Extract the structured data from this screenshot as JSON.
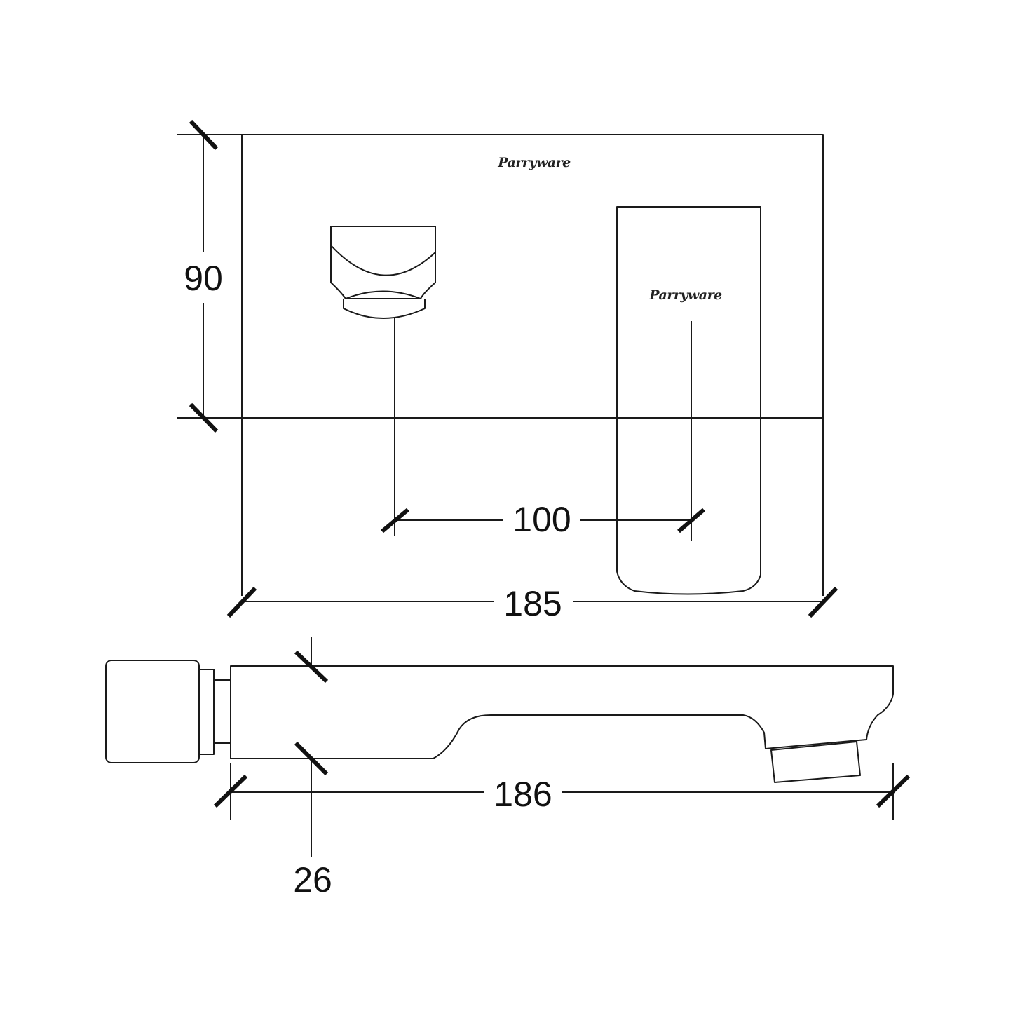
{
  "drawing": {
    "brand": "Parryware",
    "dimensions": {
      "height": "90",
      "spacing": "100",
      "plate_width": "185",
      "spout_length": "186",
      "depth": "26"
    }
  },
  "colors": {
    "line": "#1a1a1a",
    "background": "#ffffff"
  }
}
